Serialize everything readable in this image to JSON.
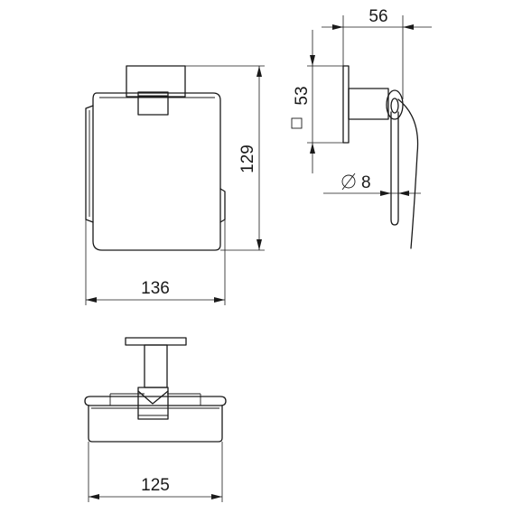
{
  "dimensions": {
    "height": "129",
    "width_front": "136",
    "depth": "56",
    "square_size": "53",
    "rod_diameter": "8",
    "width_bottom": "125"
  },
  "symbols": {
    "square": "square-symbol",
    "diameter": "diameter-symbol"
  }
}
